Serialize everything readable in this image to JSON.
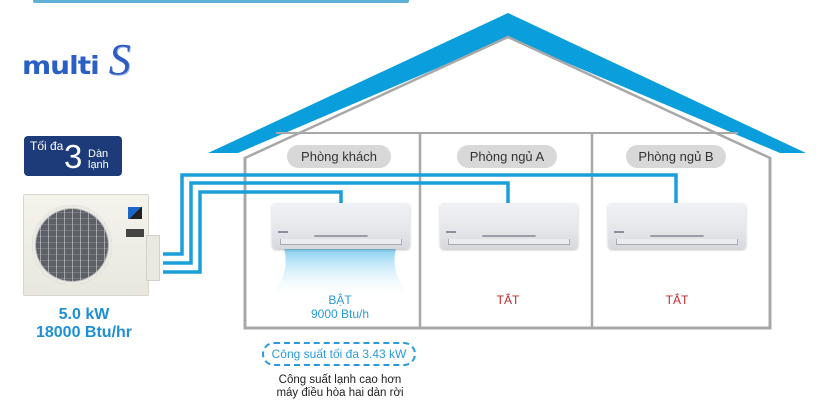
{
  "header": {
    "logo_word": "multi",
    "logo_letter": "S"
  },
  "outdoor_unit": {
    "badge": {
      "prefix": "Tối đa",
      "count": "3",
      "suffix_line1": "Dàn",
      "suffix_line2": "lạnh"
    },
    "capacity_kw": "5.0 kW",
    "capacity_btu": "18000 Btu/hr"
  },
  "rooms": [
    {
      "label": "Phòng khách",
      "status": "BẬT",
      "capacity": "9000 Btu/h",
      "on": true
    },
    {
      "label": "Phòng ngủ A",
      "status": "TẮT",
      "capacity": "",
      "on": false
    },
    {
      "label": "Phòng ngủ B",
      "status": "TẮT",
      "capacity": "",
      "on": false
    }
  ],
  "max_capacity_callout": "Công suất tối đa 3.43 kW",
  "note": {
    "line1": "Công suất lạnh cao hơn",
    "line2": "máy điều hòa hai dàn rời"
  },
  "colors": {
    "roof": "#0a9fdc",
    "pipe": "#1a9fd9",
    "wall": "#a8a8a8",
    "on": "#2a9ad8",
    "off": "#c0282a",
    "badge": "#1d3b78"
  }
}
